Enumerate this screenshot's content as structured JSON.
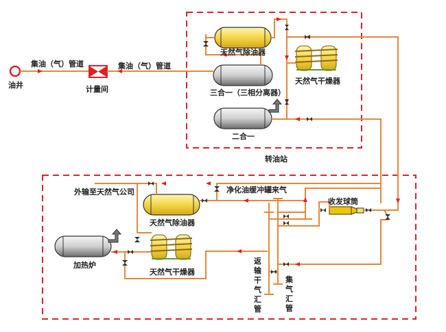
{
  "diagram": {
    "colors": {
      "pipe": "#e8863a",
      "boundary": "#d9232d",
      "arrow": "#e02020",
      "tank_yellow": "#f2d24a",
      "tank_gray": "#c9c9c9",
      "launcher": "#f2c400"
    },
    "left": {
      "well_label": "油井",
      "pipe_label_1": "集油（气）管道",
      "metering_label": "计量间",
      "pipe_label_2": "集油（气）管道"
    },
    "transfer_station": {
      "title": "转油站",
      "degreaser_label": "天然气除油器",
      "dryer_label": "天然气干燥器",
      "separator_label": "三合一（三相分离器）",
      "two_in_one_label": "二合一"
    },
    "lower_station": {
      "export_label": "外输至天然气公司",
      "purified_gas_label": "净化油缓冲罐来气",
      "degreaser_label": "天然气除油器",
      "heater_label": "加热炉",
      "dryer_label": "天然气干燥器",
      "pig_label": "收发球筒",
      "return_header_label": "返输干气汇管",
      "gather_header_label": "集气汇管"
    }
  }
}
